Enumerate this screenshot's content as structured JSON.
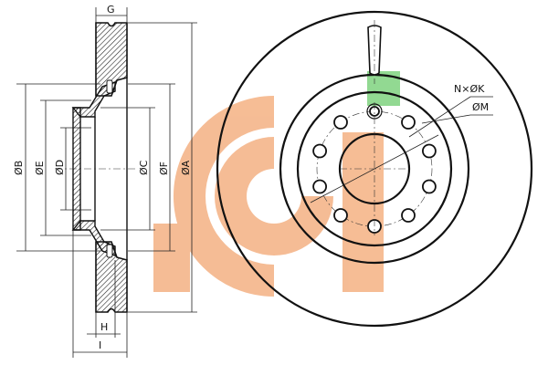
{
  "labels": {
    "G": "G",
    "B": "ØB",
    "E": "ØE",
    "D": "ØD",
    "C": "ØC",
    "F": "ØF",
    "A": "ØA",
    "H": "H",
    "I": "I",
    "NK": "N×ØK",
    "M": "ØM"
  },
  "colors": {
    "logo_orange": "#f4b183",
    "logo_green": "#7fd27f",
    "stroke": "#111111",
    "hatch": "#222222"
  },
  "icons": {
    "watermark": "gp-logo-watermark"
  }
}
